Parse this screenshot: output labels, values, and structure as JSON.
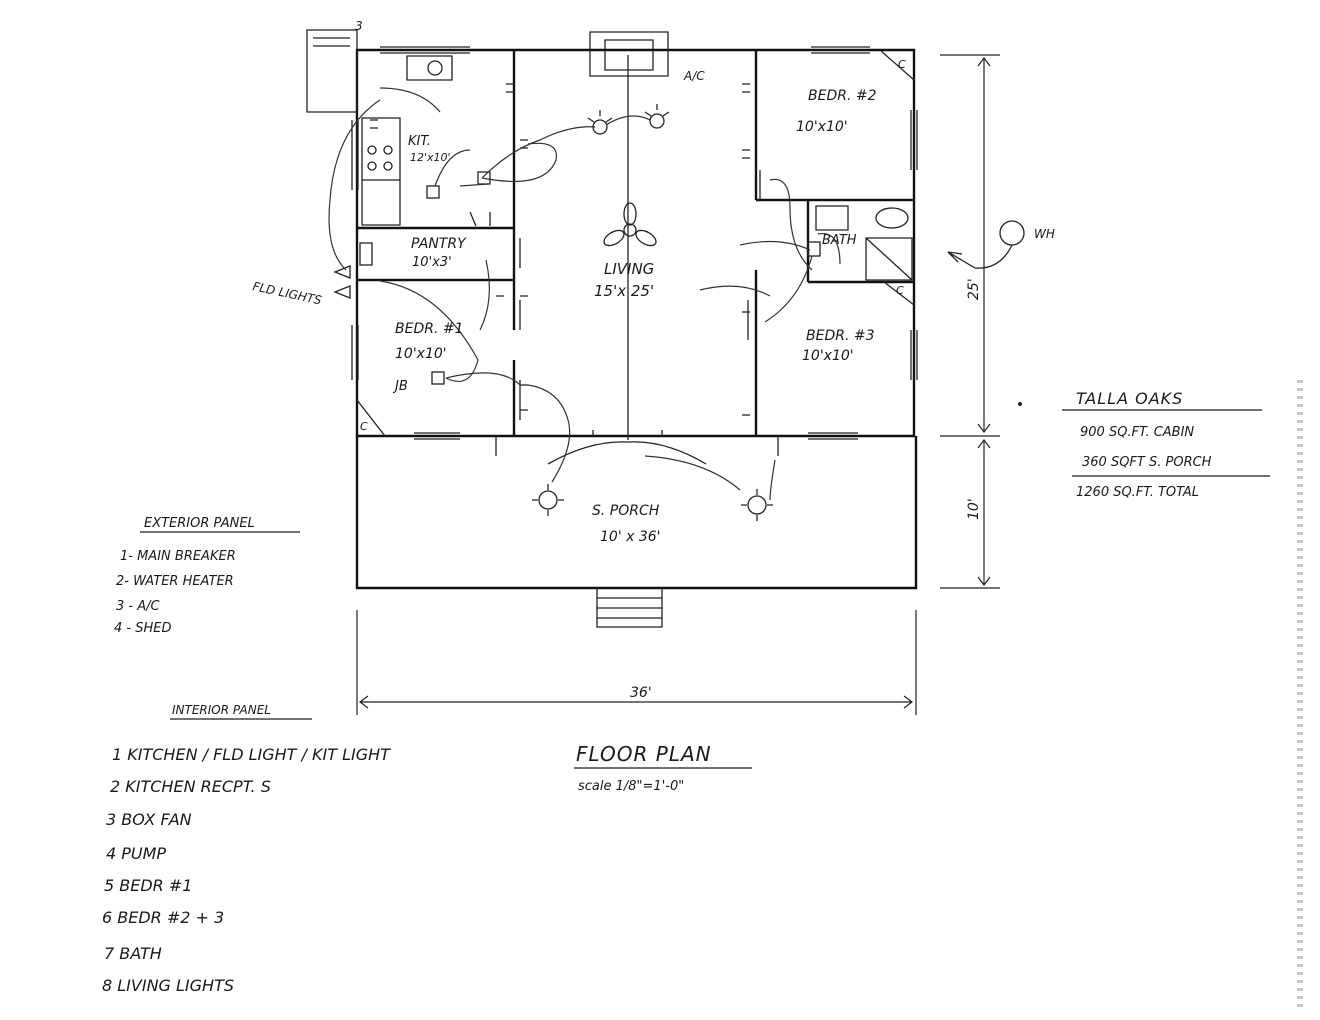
{
  "rooms": {
    "kitchen": {
      "name": "KIT.",
      "size": "12'x10'"
    },
    "pantry": {
      "name": "PANTRY",
      "size": "10'x3'"
    },
    "living": {
      "name": "LIVING",
      "size": "15'x 25'"
    },
    "bedr1": {
      "name": "BEDR. #1",
      "size": "10'x10'"
    },
    "bedr2": {
      "name": "BEDR. #2",
      "size": "10'x10'"
    },
    "bedr3": {
      "name": "BEDR. #3",
      "size": "10'x10'"
    },
    "bath": {
      "name": "BATH"
    },
    "porch": {
      "name": "S. PORCH",
      "size": "10' x 36'"
    }
  },
  "labels": {
    "flood_lights": "FLD LIGHTS",
    "water_heater": "WH",
    "ac": "A/C",
    "jb": "JB",
    "closet": "C",
    "shed_tag": "3"
  },
  "dimensions": {
    "house_depth": "25'",
    "porch_depth": "10'",
    "total_width": "36'"
  },
  "summary": {
    "title": "TALLA OAKS",
    "cabin": "900 SQ.FT. CABIN",
    "porch": "360 SQFT S. PORCH",
    "total": "1260 SQ.FT. TOTAL"
  },
  "drawing": {
    "title": "FLOOR PLAN",
    "scale": "scale 1/8\"=1'-0\""
  },
  "exterior_panel": {
    "title": "EXTERIOR PANEL",
    "items": [
      "1- MAIN BREAKER",
      "2- WATER HEATER",
      "3 - A/C",
      "4 - SHED"
    ]
  },
  "interior_panel": {
    "title": "INTERIOR PANEL",
    "items": [
      "1 KITCHEN / FLD LIGHT / KIT LIGHT",
      "2 KITCHEN RECPT. S",
      "3 BOX FAN",
      "4 PUMP",
      "5 BEDR #1",
      "6 BEDR #2 + 3",
      "7 BATH",
      "8 LIVING LIGHTS"
    ]
  }
}
